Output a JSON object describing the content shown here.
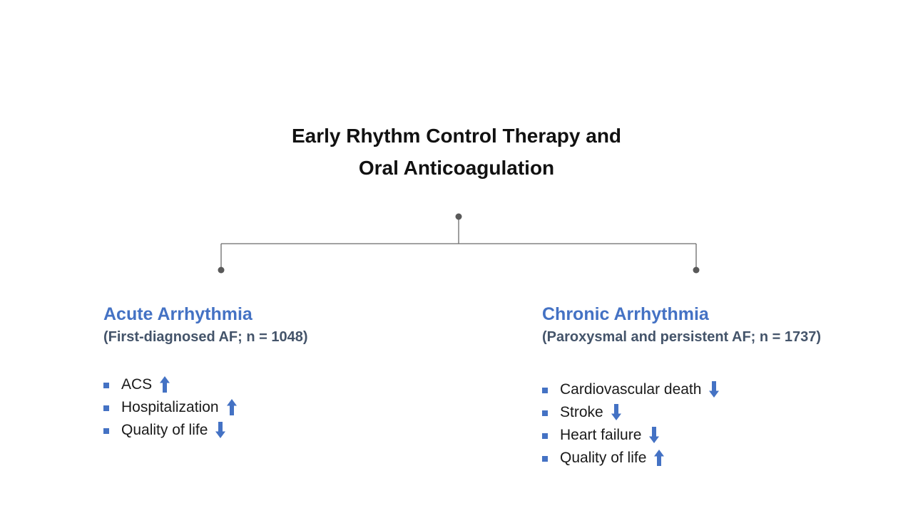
{
  "title": {
    "line1": "Early Rhythm Control Therapy and",
    "line2": "Oral Anticoagulation"
  },
  "colors": {
    "accent_blue": "#4472C4",
    "subheading_gray": "#44546A",
    "connector_gray": "#6b6b6b",
    "dot_gray": "#595959",
    "body_text": "#1a1a1a"
  },
  "left_branch": {
    "heading": "Acute Arrhythmia",
    "subheading": "(First-diagnosed AF; n = 1048)",
    "items": [
      {
        "label": "ACS",
        "arrow": "up"
      },
      {
        "label": "Hospitalization",
        "arrow": "up"
      },
      {
        "label": "Quality of life",
        "arrow": "down"
      }
    ]
  },
  "right_branch": {
    "heading": "Chronic Arrhythmia",
    "subheading": "(Paroxysmal and persistent AF; n = 1737)",
    "items": [
      {
        "label": "Cardiovascular death",
        "arrow": "down"
      },
      {
        "label": "Stroke",
        "arrow": "down"
      },
      {
        "label": "Heart failure",
        "arrow": "down"
      },
      {
        "label": "Quality of life",
        "arrow": "up"
      }
    ]
  }
}
